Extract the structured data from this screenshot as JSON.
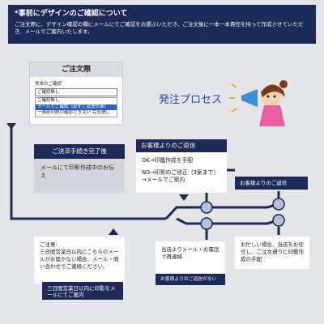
{
  "header": {
    "title": "*事前にデザインのご確認について",
    "body": "ご注文際に、デザイン確認の欄にメールにてご確認をお選ぶいただき、ご注文後に一本一本責任を持って作成させていただき、メールでご案内いたします。"
  },
  "order_panel": {
    "title": "ご注文際",
    "field_label": "見本のご確認",
    "selected": "ご確認無し",
    "options": [
      "ご確認無し",
      "メールでご確認（必ずご返信の事）",
      "一事前印刷の確認できない 完全通し"
    ]
  },
  "process_title": "発注プロセス",
  "steps": {
    "payment_done": "ご決済手続き完了後",
    "email_proof": "メールにて印影作成中のお伝え",
    "customer_reply": "お客様よりのご返信",
    "reply_ok": "OK→印鑑作成を手配",
    "reply_ng": "NG→印影のご修正（3案まで）→メールでご案内",
    "reply_from_customer": "お客様よりのご返信",
    "note_title": "ご注意:",
    "note_body": "三日間営業日以内にこちらのメールがお届かない場合、メール・問い合わせでご連絡ください。",
    "note_navy": "三日間営業日以内に印影をメールにてご案内",
    "shop_contact": "当店よりメール・お電話で再連絡",
    "no_reply": "お客様よりのご返信がない",
    "busy_case": "お忙しい場合、当店をお任せし、ご注文通りに印鑑作成の手配"
  },
  "colors": {
    "navy": "#1c2a57",
    "line": "#1c2a57",
    "node_fill": "#b7c2da",
    "accent_blue": "#2346b3",
    "background": "#e3e5e8"
  }
}
